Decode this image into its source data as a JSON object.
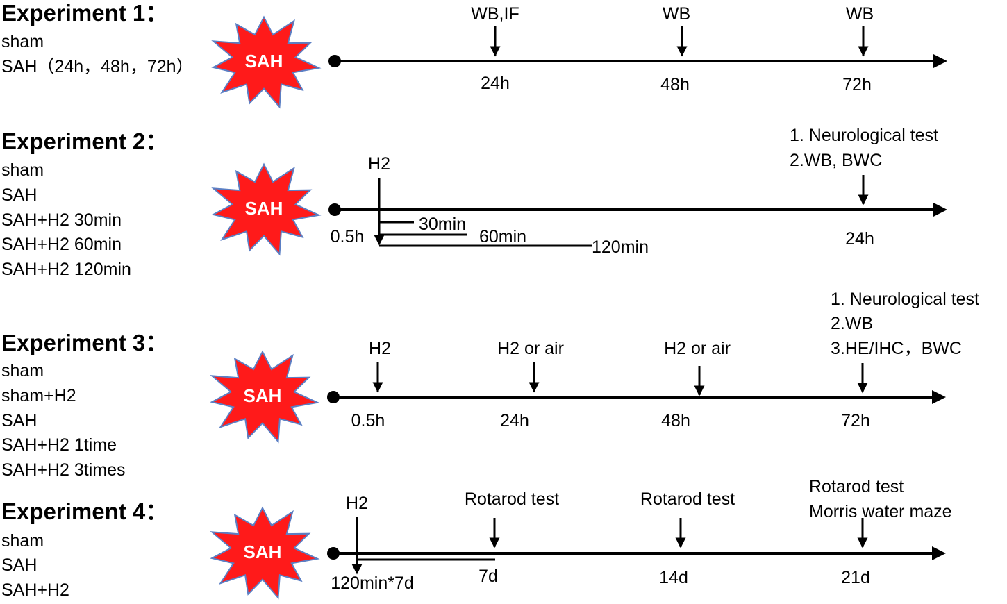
{
  "colors": {
    "burst_fill": "#ff1a1a",
    "burst_stroke": "#5b7fc4",
    "line": "#000000"
  },
  "burst_label": "SAH",
  "experiments": [
    {
      "title": "Experiment 1：",
      "groups": [
        "sham",
        "SAH（24h，48h，72h）"
      ],
      "timepoints": [
        "24h",
        "48h",
        "72h"
      ],
      "markers": [
        {
          "lines": [
            "WB,IF"
          ]
        },
        {
          "lines": [
            "WB"
          ]
        },
        {
          "lines": [
            "WB"
          ]
        }
      ]
    },
    {
      "title": "Experiment 2：",
      "groups": [
        "sham",
        "SAH",
        "SAH+H2 30min",
        "SAH+H2 60min",
        "SAH+H2 120min"
      ],
      "timepoints": [
        "0.5h",
        "24h"
      ],
      "markers": [
        {
          "lines": [
            "H2"
          ]
        },
        {
          "lines": [
            "1.  Neurological test",
            "2.WB, BWC"
          ]
        }
      ],
      "durations": [
        "30min",
        "60min",
        "120min"
      ]
    },
    {
      "title": "Experiment 3：",
      "groups": [
        "sham",
        "sham+H2",
        "SAH",
        "SAH+H2 1time",
        "SAH+H2 3times"
      ],
      "timepoints": [
        "0.5h",
        "24h",
        "48h",
        "72h"
      ],
      "markers": [
        {
          "lines": [
            "H2"
          ]
        },
        {
          "lines": [
            "H2 or air"
          ]
        },
        {
          "lines": [
            "H2 or air"
          ]
        },
        {
          "lines": [
            "1. Neurological test",
            "2.WB",
            "3.HE/IHC，BWC"
          ]
        }
      ]
    },
    {
      "title": "Experiment 4：",
      "groups": [
        "sham",
        "SAH",
        "SAH+H2"
      ],
      "timepoints": [
        "120min*7d",
        "7d",
        "14d",
        "21d"
      ],
      "markers": [
        {
          "lines": [
            "H2"
          ]
        },
        {
          "lines": [
            "Rotarod test"
          ]
        },
        {
          "lines": [
            "Rotarod test"
          ]
        },
        {
          "lines": [
            "Rotarod test",
            "Morris water maze"
          ]
        }
      ]
    }
  ]
}
